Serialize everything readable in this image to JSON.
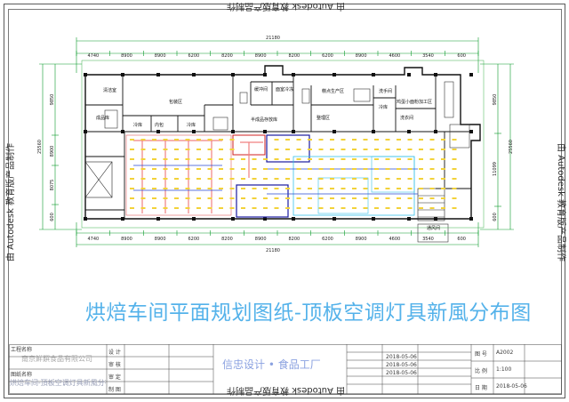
{
  "watermark": "由 Autodesk 教育版产品制作",
  "title": "烘焙车间平面规划图纸-顶板空调灯具新風分布图",
  "dimensions": {
    "top_total": "21180",
    "bottom_total": "21180",
    "top_segments": [
      "4740",
      "8900",
      "8900",
      "6200",
      "8200",
      "8900",
      "8200",
      "6200",
      "8900",
      "4600",
      "3540",
      "600"
    ],
    "bottom_segments": [
      "4740",
      "8900",
      "8900",
      "6200",
      "8200",
      "8900",
      "8200",
      "6200",
      "8900",
      "4600",
      "3540",
      "600"
    ],
    "left_total": "25560",
    "left_segments": [
      "9850",
      "8900",
      "8075",
      "600"
    ],
    "right_total": "25560",
    "right_segments": [
      "9850",
      "11099",
      "600"
    ]
  },
  "rooms": [
    {
      "id": "room-clean-storage",
      "label": "清洁室"
    },
    {
      "id": "room-packaging",
      "label": "包装区"
    },
    {
      "id": "room-finished",
      "label": "成品库"
    },
    {
      "id": "room-cold1",
      "label": "冷库"
    },
    {
      "id": "room-cold2",
      "label": "冷库"
    },
    {
      "id": "room-inner-pack",
      "label": "内包"
    },
    {
      "id": "room-buffer",
      "label": "缓冲间"
    },
    {
      "id": "room-cooling",
      "label": "面室冷冻"
    },
    {
      "id": "room-cake",
      "label": "糕点生产区"
    },
    {
      "id": "room-semi",
      "label": "半成品存放库"
    },
    {
      "id": "room-shaping",
      "label": "整理区"
    },
    {
      "id": "room-cold-store",
      "label": "冷库"
    },
    {
      "id": "room-process",
      "label": "鸡蛋小面粉加工区"
    },
    {
      "id": "room-toilet",
      "label": "洗手间"
    },
    {
      "id": "room-wash",
      "label": "洗衣间"
    },
    {
      "id": "room-lobby",
      "label": "通风间"
    }
  ],
  "titleblock": {
    "company": "南京鮮饌食品有限公司",
    "drawing_name": "烘焙车间-頂板空调灯具新風分布圖",
    "firm": "信忠设计 • 食品工厂",
    "labels_left": [
      "工程名称",
      "图纸名称"
    ],
    "labels_mid": [
      "设 计",
      "审 核",
      "审 定",
      "制 图"
    ],
    "dates": [
      "2018-05-06",
      "2018-05-06",
      "2018-05-06"
    ],
    "labels_right": [
      "图 号",
      "比 例",
      "日 期"
    ],
    "values_right": [
      "A2002",
      "1:100",
      "2018-05-06"
    ]
  }
}
